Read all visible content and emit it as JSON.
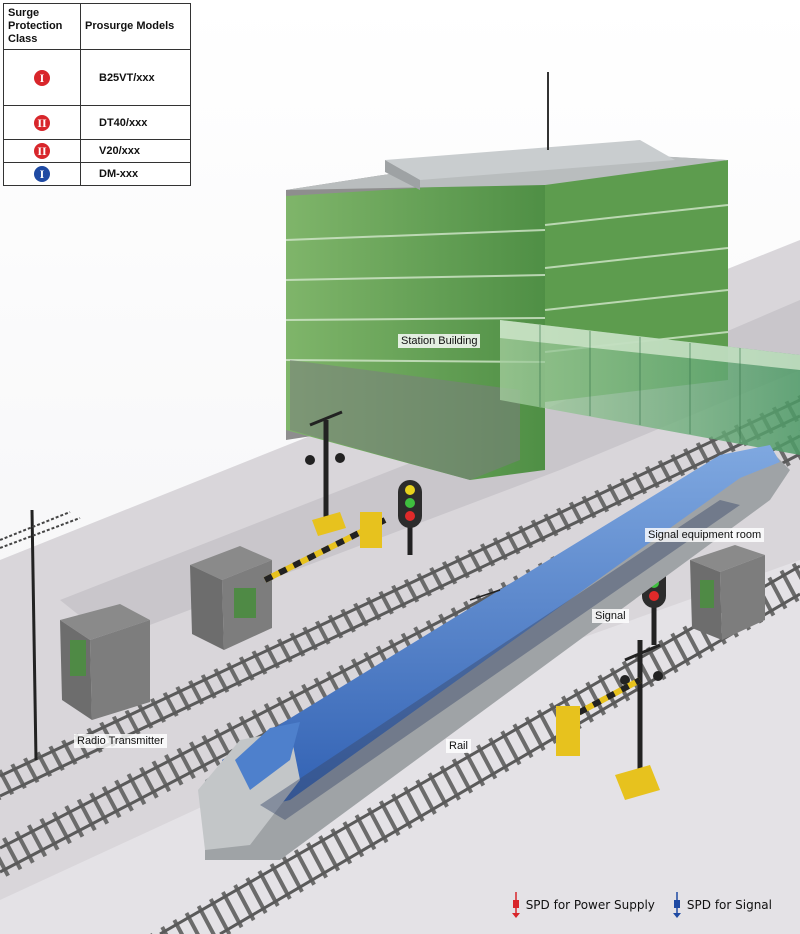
{
  "legend": {
    "header_class": "Surge Protection Class",
    "header_models": "Prosurge Models",
    "rows": [
      {
        "numeral": "I",
        "model": "B25VT/xxx",
        "color": "#d8262b"
      },
      {
        "numeral": "II",
        "model": "DT40/xxx",
        "color": "#d8262b"
      },
      {
        "numeral": "II",
        "model": "V20/xxx",
        "color": "#d8262b"
      },
      {
        "numeral": "I",
        "model": "DM-xxx",
        "color": "#1f4aa3"
      }
    ]
  },
  "labels": {
    "station_building": "Station Building",
    "signal_equipment_room": "Signal equipment room",
    "signal": "Signal",
    "radio_transmitter": "Radio Transmitter",
    "rail": "Rail"
  },
  "bottom_legend": {
    "power": "SPD for Power Supply",
    "signal": "SPD for Signal",
    "power_color": "#d8262b",
    "signal_color": "#1f4aa3"
  },
  "icons": [
    "power-spd-icon",
    "signal-spd-icon",
    "traffic-signal-icon",
    "crossing-barrier-icon",
    "antenna-icon"
  ]
}
